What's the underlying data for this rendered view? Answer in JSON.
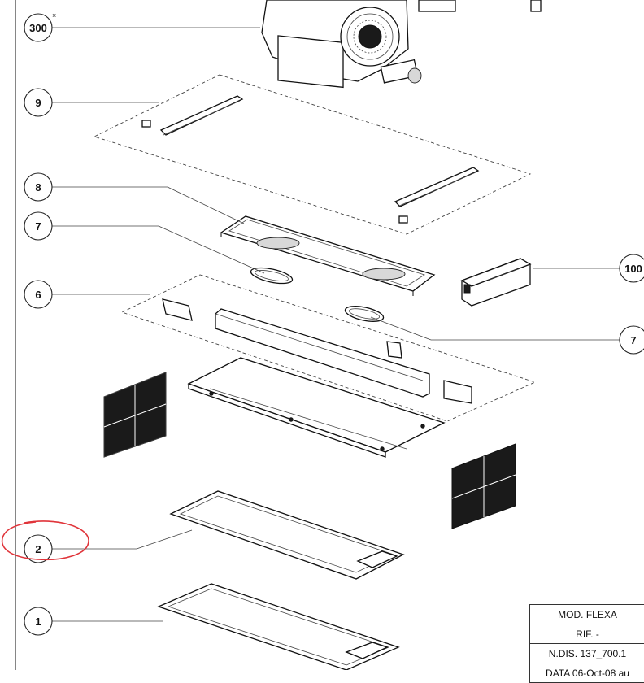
{
  "callouts": [
    {
      "label": "300"
    },
    {
      "label": "9"
    },
    {
      "label": "8"
    },
    {
      "label": "7"
    },
    {
      "label": "6"
    },
    {
      "label": "100"
    },
    {
      "label": "7"
    },
    {
      "label": "2"
    },
    {
      "label": "1"
    }
  ],
  "title_block": {
    "model": "MOD. FLEXA",
    "ref": "RIF. -",
    "drawing_no": "N.DIS. 137_700.1",
    "date": "DATA 06-Oct-08 au"
  },
  "colors": {
    "highlight": "#e0343a",
    "line": "#222222"
  }
}
